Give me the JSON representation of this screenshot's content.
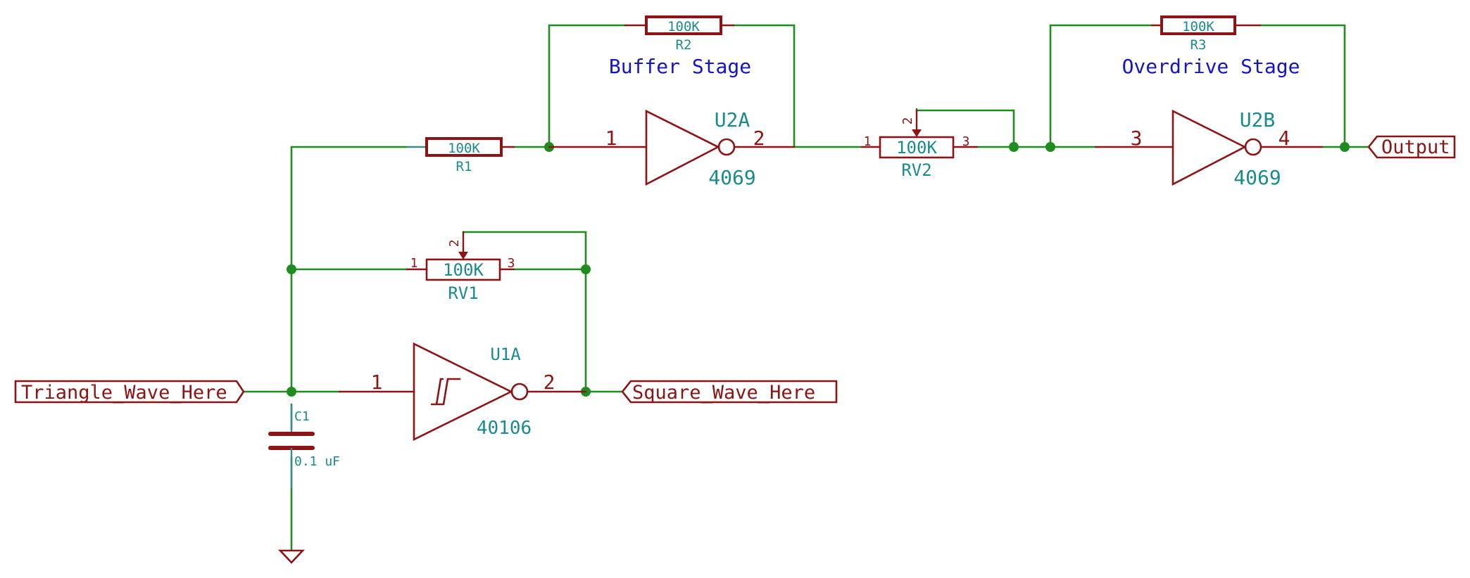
{
  "notes": {
    "buffer_stage": "Buffer Stage",
    "overdrive_stage": "Overdrive Stage"
  },
  "labels": {
    "input": "Triangle_Wave_Here",
    "square": "Square_Wave_Here",
    "output": "Output"
  },
  "components": {
    "r1": {
      "ref": "R1",
      "value": "100K"
    },
    "r2": {
      "ref": "R2",
      "value": "100K"
    },
    "r3": {
      "ref": "R3",
      "value": "100K"
    },
    "rv1": {
      "ref": "RV1",
      "value": "100K",
      "pins": [
        "1",
        "2",
        "3"
      ]
    },
    "rv2": {
      "ref": "RV2",
      "value": "100K",
      "pins": [
        "1",
        "2",
        "3"
      ]
    },
    "c1": {
      "ref": "C1",
      "value": "0.1 uF"
    },
    "u1a": {
      "ref": "U1A",
      "value": "40106",
      "pin_in": "1",
      "pin_out": "2"
    },
    "u2a": {
      "ref": "U2A",
      "value": "4069",
      "pin_in": "1",
      "pin_out": "2"
    },
    "u2b": {
      "ref": "U2B",
      "value": "4069",
      "pin_in": "3",
      "pin_out": "4"
    }
  },
  "colors": {
    "wire": "#1e8c1e",
    "component": "#8c1414",
    "reference_text": "#1a8b8b",
    "note_text": "#1414c8"
  }
}
